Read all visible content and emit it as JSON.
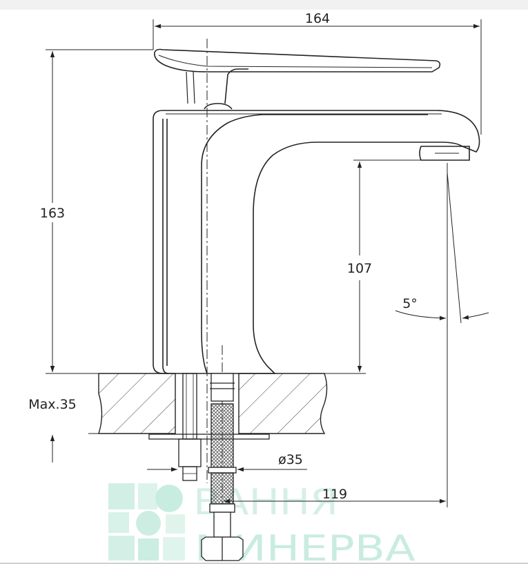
{
  "dimensions": {
    "width": "164",
    "height": "163",
    "spout_height": "107",
    "mount_thickness": "Max.35",
    "hole_diameter": "ø35",
    "reach": "119",
    "angle": "5°"
  },
  "watermark": {
    "line1": "ВАННЯ",
    "line2": "МИНЕРВА"
  },
  "colors": {
    "line": "#222222",
    "watermark": "#cdeee3"
  }
}
